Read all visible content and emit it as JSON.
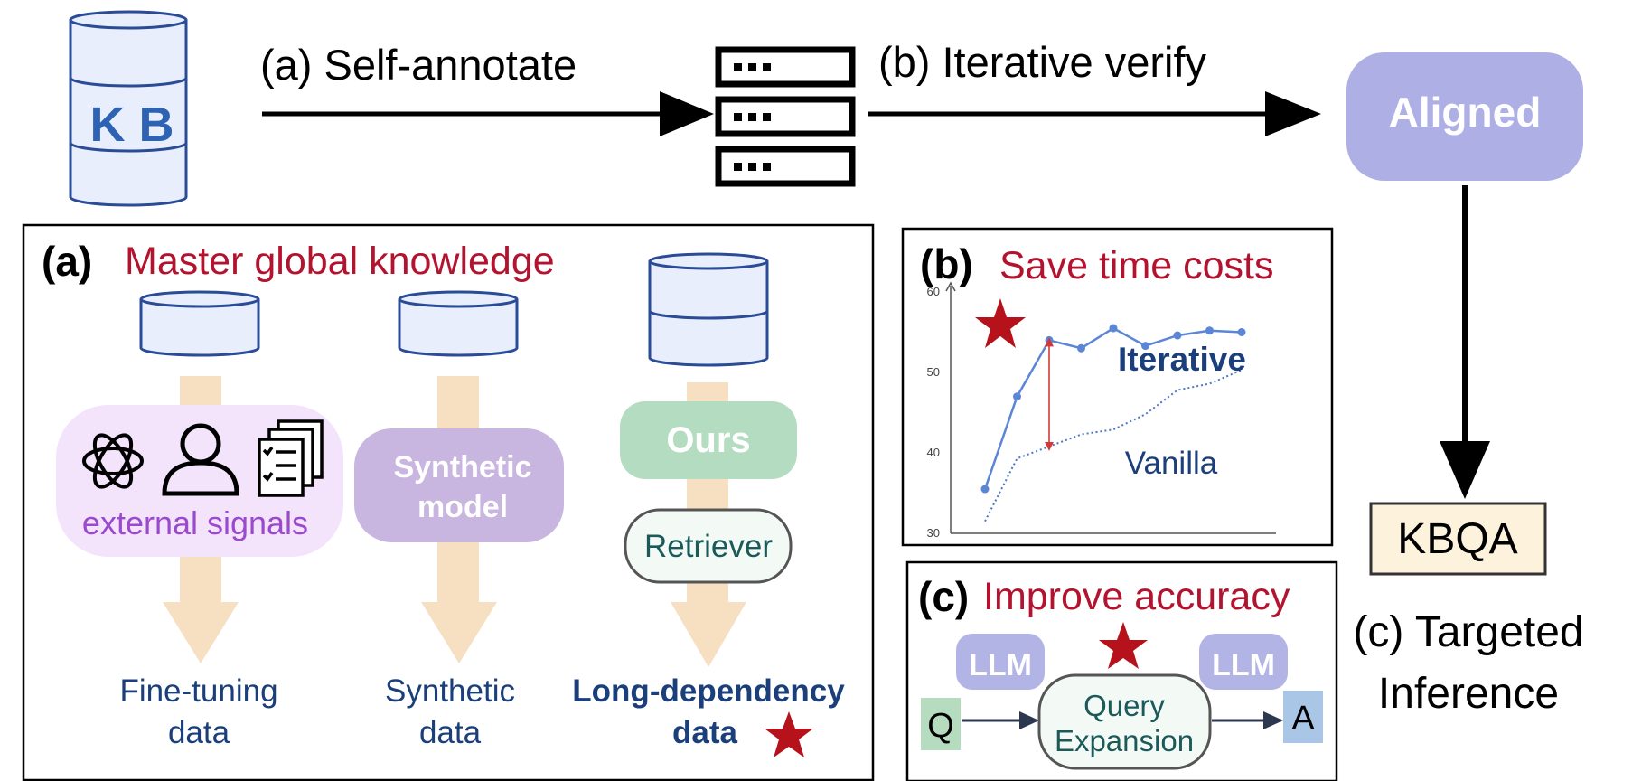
{
  "top": {
    "kb_label": "K B",
    "self_annotate": "(a) Self-annotate",
    "iterative_verify": "(b) Iterative verify",
    "aligned": "Aligned",
    "kbqa": "KBQA",
    "targeted_line1": "(c) Targeted",
    "targeted_line2": "Inference"
  },
  "panel_a": {
    "letter": "(a)",
    "title": "Master global knowledge",
    "col1": {
      "signals": "external signals",
      "out_line1": "Fine-tuning",
      "out_line2": "data"
    },
    "col2": {
      "box_line1": "Synthetic",
      "box_line2": "model",
      "out_line1": "Synthetic",
      "out_line2": "data"
    },
    "col3": {
      "ours": "Ours",
      "retriever": "Retriever",
      "out_line1": "Long-dependency",
      "out_line2": "data"
    }
  },
  "panel_b": {
    "letter": "(b)",
    "title": "Save time costs",
    "series_iterative": "Iterative",
    "series_vanilla": "Vanilla"
  },
  "panel_c": {
    "letter": "(c)",
    "title": "Improve accuracy",
    "llm_left": "LLM",
    "llm_right": "LLM",
    "q": "Q",
    "a": "A",
    "qe_line1": "Query",
    "qe_line2": "Expansion"
  },
  "chart_data": {
    "type": "line",
    "yticks": [
      "60",
      "50",
      "40",
      "30"
    ],
    "ylim": [
      30,
      60
    ],
    "x": [
      1,
      2,
      3,
      4,
      5,
      6,
      7,
      8,
      9
    ],
    "series": [
      {
        "name": "Iterative",
        "values": [
          35.5,
          47,
          54,
          53,
          55.5,
          53.3,
          54.6,
          55.2,
          55
        ]
      },
      {
        "name": "Vanilla",
        "values": [
          31.5,
          39.3,
          40.8,
          42.3,
          42.9,
          44.8,
          47.8,
          48.6,
          50.3
        ]
      }
    ],
    "colors": {
      "iterative": "#5b86d6",
      "vanilla": "#4a78c9",
      "gap": "#d23a3a"
    }
  },
  "colors": {
    "accent_red": "#b3132e",
    "navy": "#1b3f7a",
    "kb_fill": "#e8eefc",
    "aligned_fill": "#aeb0e5",
    "beige_arrow": "#f7dfc2",
    "signals_fill": "#f3e3fb",
    "synthetic_fill": "#c8b5e0",
    "ours_fill": "#b3dcc0",
    "kbqa_fill": "#fdf3dc",
    "star": "#b5121b"
  }
}
